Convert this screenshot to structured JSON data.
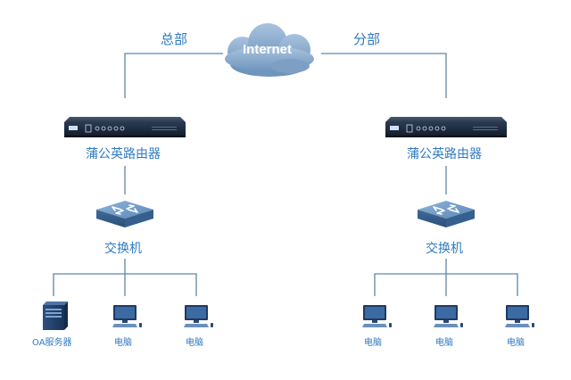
{
  "cloud": {
    "label": "Internet"
  },
  "sites": [
    {
      "label": "总部",
      "router": {
        "label": "蒲公英路由器"
      },
      "switch": {
        "label": "交换机"
      },
      "devices": [
        {
          "label": "OA服务器",
          "type": "server-icon"
        },
        {
          "label": "电脑",
          "type": "computer-icon"
        },
        {
          "label": "电脑",
          "type": "computer-icon"
        }
      ]
    },
    {
      "label": "分部",
      "router": {
        "label": "蒲公英路由器"
      },
      "switch": {
        "label": "交换机"
      },
      "devices": [
        {
          "label": "电脑",
          "type": "computer-icon"
        },
        {
          "label": "电脑",
          "type": "computer-icon"
        },
        {
          "label": "电脑",
          "type": "computer-icon"
        }
      ]
    }
  ],
  "colors": {
    "line": "#5f86a6",
    "label": "#2f7ac3",
    "cloud": "#7fa3c6",
    "router_body": "#1c2a3e",
    "switch": "#5b86b3"
  }
}
